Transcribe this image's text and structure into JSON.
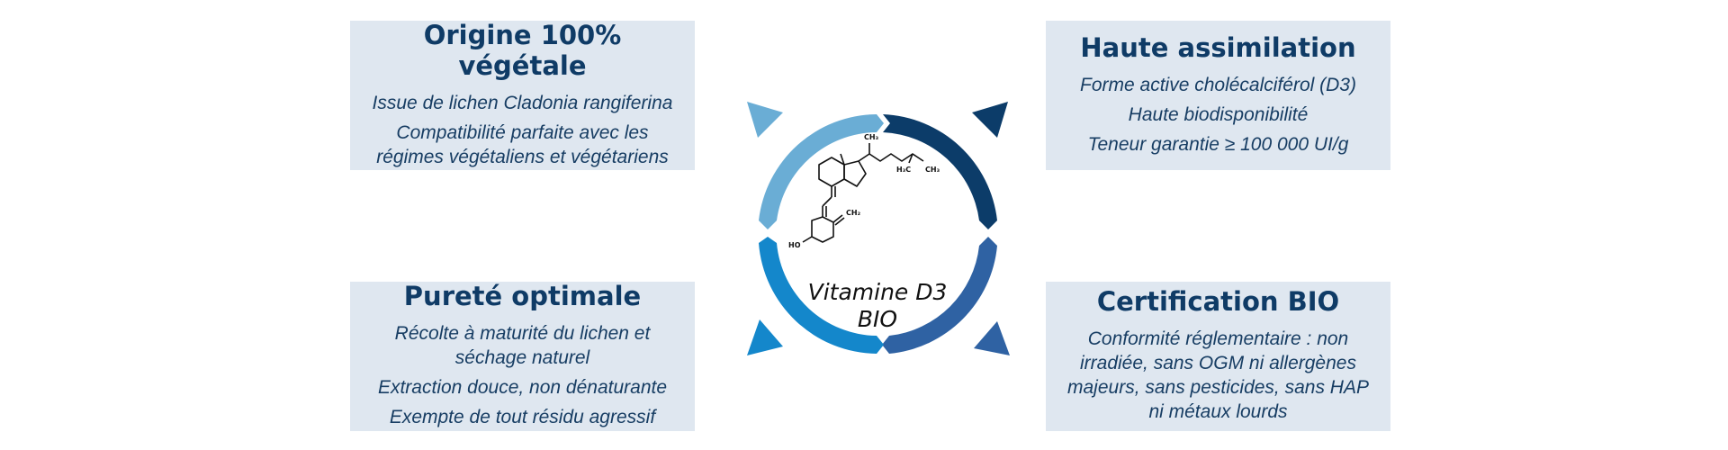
{
  "cards": {
    "top_left": {
      "title": "Origine 100% végétale",
      "items": [
        "Issue de lichen Cladonia rangiferina",
        "Compatibilité parfaite avec les régimes végétaliens et végétariens"
      ]
    },
    "top_right": {
      "title": "Haute assimilation",
      "items": [
        "Forme active cholécalciférol (D3)",
        "Haute biodisponibilité",
        "Teneur garantie ≥ 100 000 UI/g"
      ]
    },
    "bottom_left": {
      "title": "Pureté optimale",
      "items": [
        "Récolte à maturité du lichen et séchage naturel",
        "Extraction douce, non dénaturante",
        "Exempte de tout résidu agressif"
      ]
    },
    "bottom_right": {
      "title": "Certification BIO",
      "items": [
        "Conformité réglementaire : non irradiée, sans OGM ni allergènes majeurs, sans pesticides, sans HAP ni métaux lourds"
      ]
    }
  },
  "center": {
    "label": "Vitamine D3 BIO",
    "molecule_labels": {
      "ch3_top": "CH₃",
      "h3c": "H₃C",
      "ch3_right": "CH₃",
      "ch2": "CH₂",
      "ho": "HO"
    }
  },
  "colors": {
    "card_bg": "#dfe7f0",
    "title": "#0f3b66",
    "text": "#173d63",
    "arc_light": "#6aadd5",
    "arc_dark": "#0c3c69",
    "arc_mid": "#2f62a3",
    "arc_bright": "#1487cb"
  }
}
